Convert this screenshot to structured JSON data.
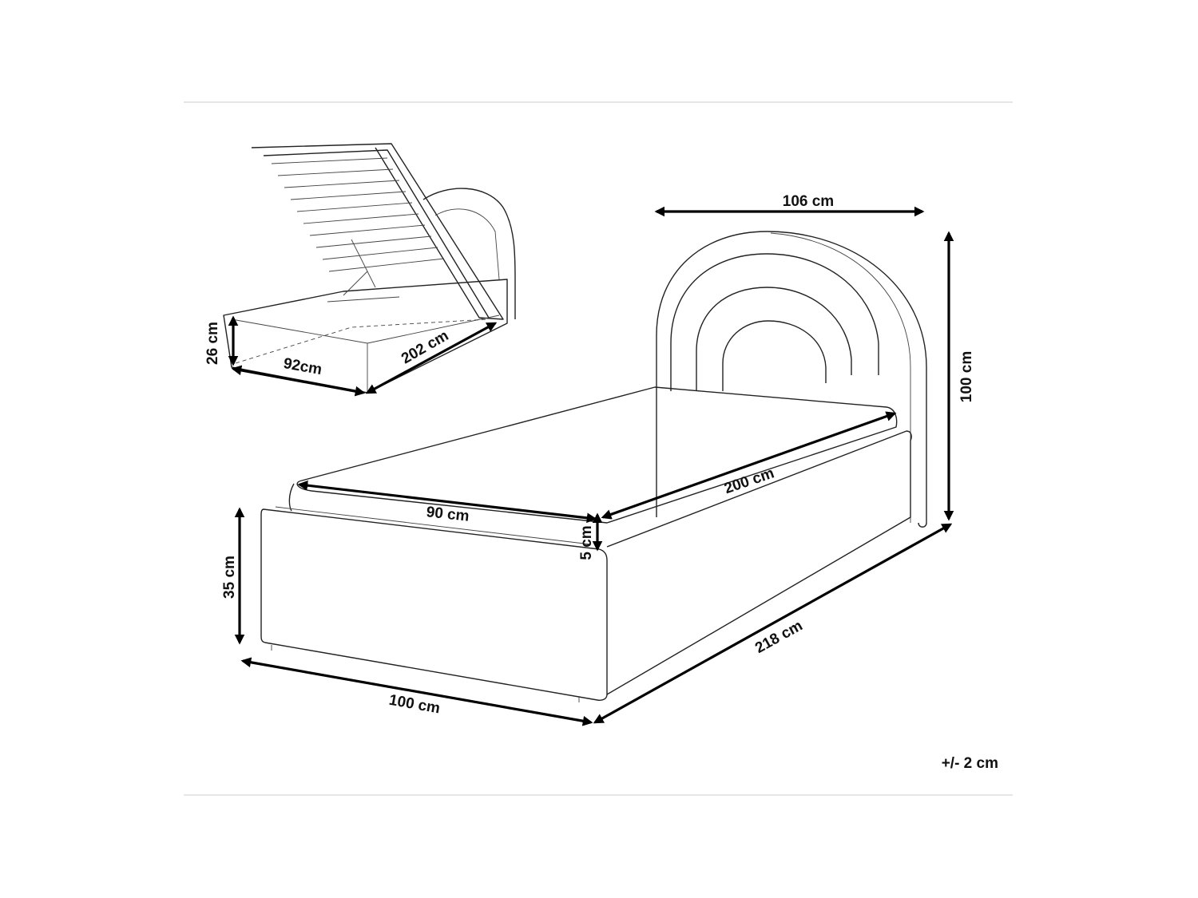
{
  "main_view": {
    "headboard_width": "106 cm",
    "total_height": "100 cm",
    "mattress_length": "200 cm",
    "mattress_width": "90 cm",
    "mattress_height": "5 cm",
    "frame_height": "35 cm",
    "total_width": "100 cm",
    "total_length": "218 cm"
  },
  "storage_view": {
    "storage_height": "26 cm",
    "storage_width": "92cm",
    "storage_length": "202 cm"
  },
  "tolerance": "+/- 2 cm",
  "colors": {
    "line": "#222222",
    "dimension": "#000000",
    "rule": "#cccccc"
  }
}
